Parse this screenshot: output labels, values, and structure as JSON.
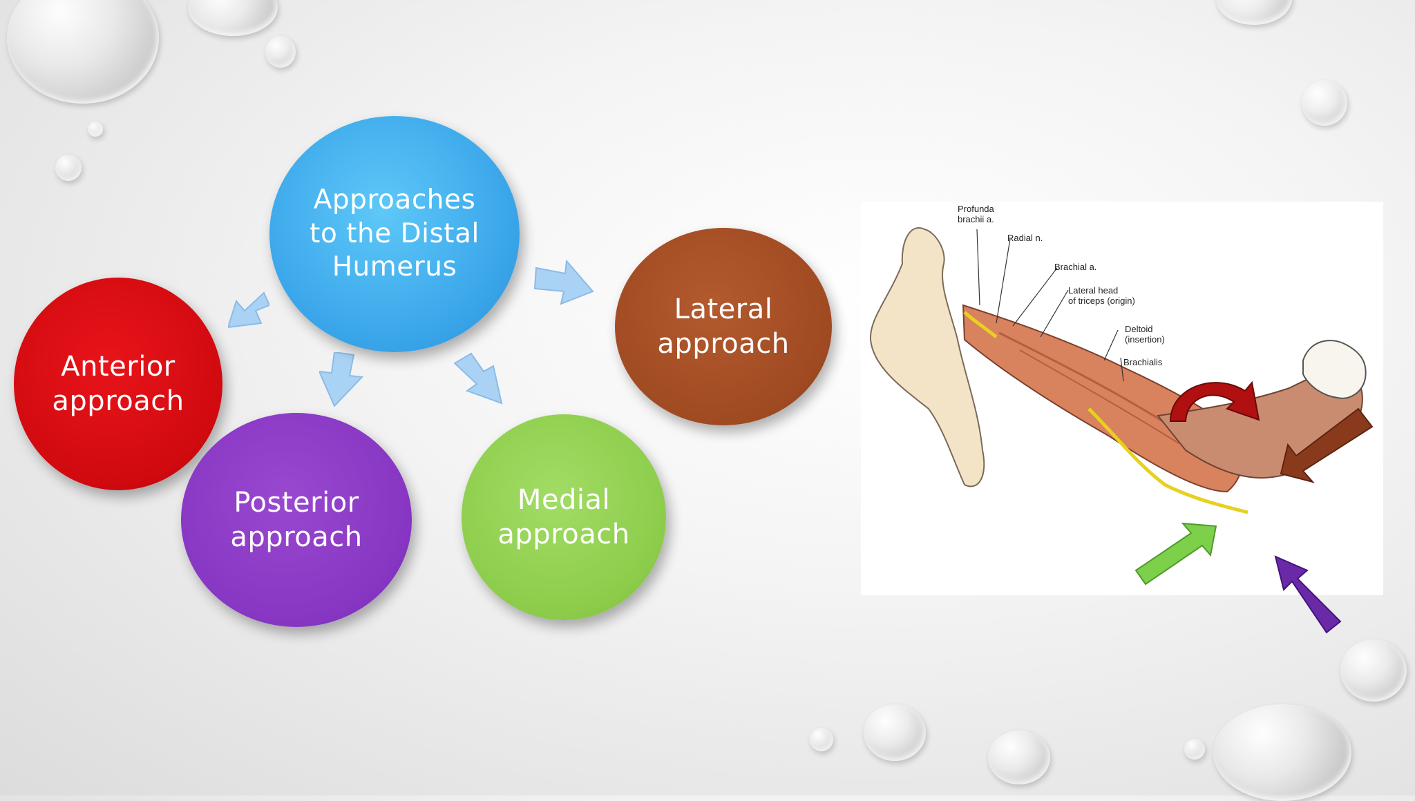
{
  "diagram": {
    "center": "Approaches\nto the Distal\nHumerus",
    "anterior": "Anterior\napproach",
    "posterior": "Posterior\napproach",
    "medial": "Medial\napproach",
    "lateral": "Lateral\napproach"
  },
  "figure": {
    "labels": {
      "profunda": "Profunda\nbrachii a.",
      "radial": "Radial n.",
      "brachial": "Brachial a.",
      "lateral_head": "Lateral head\nof triceps (origin)",
      "deltoid": "Deltoid\n(insertion)",
      "brachialis": "Brachialis"
    },
    "arrow_colors": {
      "lateral": "#8a3a1c",
      "medial": "#7dd04a",
      "posterior": "#6a2aa8",
      "rotation": "#b01010"
    }
  }
}
